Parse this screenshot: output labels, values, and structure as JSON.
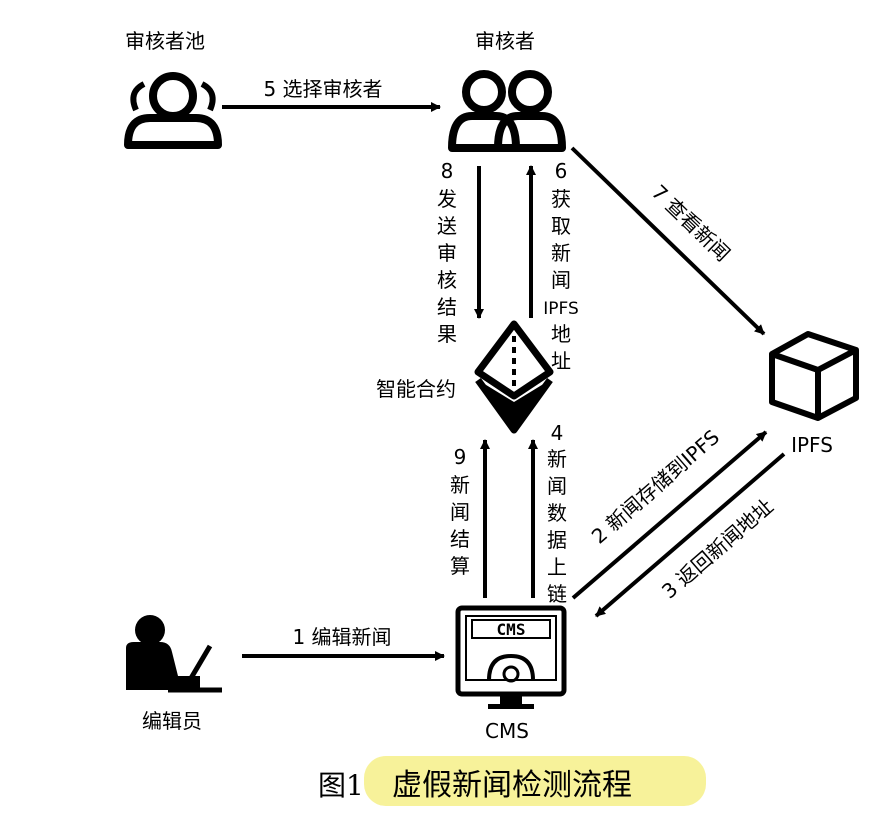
{
  "nodes": {
    "reviewer_pool": "审核者池",
    "reviewers": "审核者",
    "smart_contract": "智能合约",
    "ipfs": "IPFS",
    "editor": "编辑员",
    "cms": "CMS",
    "cms_screen_text": "CMS"
  },
  "steps": {
    "s1": "1 编辑新闻",
    "s2": "2 新闻存储到IPFS",
    "s3": "3 返回新闻地址",
    "s4_num": "4",
    "s4_text": [
      "新",
      "闻",
      "数",
      "据",
      "上",
      "链"
    ],
    "s5": "5 选择审核者",
    "s6_num": "6",
    "s6_text": [
      "获",
      "取",
      "新",
      "闻",
      "IPFS",
      "地",
      "址"
    ],
    "s7": "7 查看新闻",
    "s8_num": "8",
    "s8_text": [
      "发",
      "送",
      "审",
      "核",
      "结",
      "果"
    ],
    "s9_num": "9",
    "s9_text": [
      "新",
      "闻",
      "结",
      "算"
    ]
  },
  "caption": {
    "prefix": "图1",
    "title": "虚假新闻检测流程",
    "highlight_color": "#f7f29a"
  }
}
